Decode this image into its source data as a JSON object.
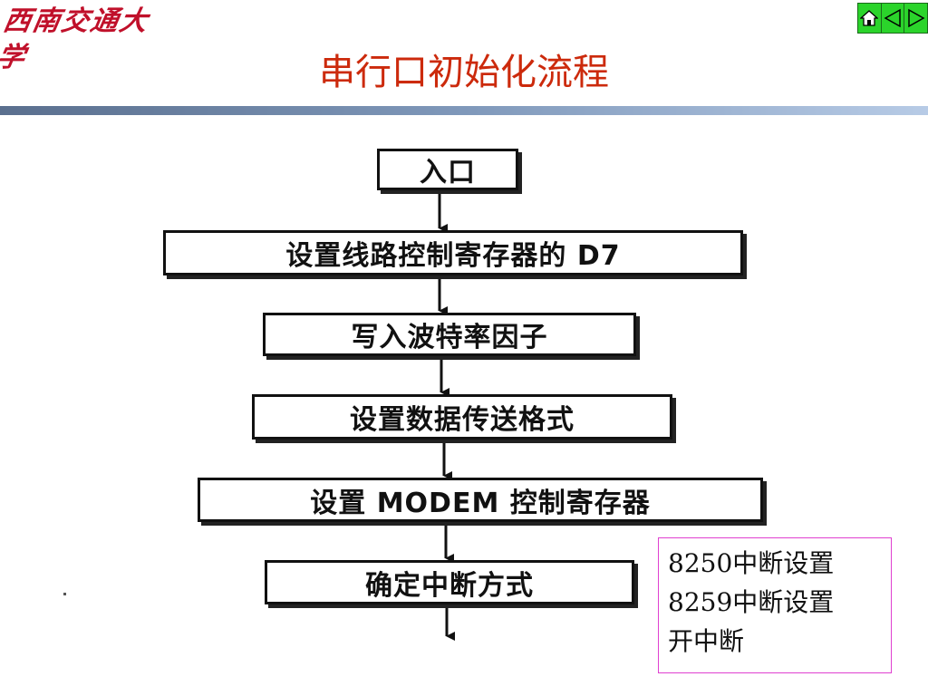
{
  "header": {
    "logo_text": "西南交通大学",
    "title": "串行口初始化流程"
  },
  "nav": {
    "home_icon": "home-icon",
    "prev_icon": "triangle-left-icon",
    "next_icon": "triangle-right-icon",
    "color": "#2bd42b"
  },
  "flowchart": {
    "steps": [
      "入口",
      "设置线路控制寄存器的 D7",
      "写入波特率因子",
      "设置数据传送格式",
      "设置 MODEM 控制寄存器",
      "确定中断方式"
    ]
  },
  "note": {
    "lines": [
      "8250中断设置",
      "8259中断设置",
      "开中断"
    ],
    "border_color": "#e040d0"
  },
  "colors": {
    "title": "#cc2a0c",
    "logo": "#c0102a"
  }
}
